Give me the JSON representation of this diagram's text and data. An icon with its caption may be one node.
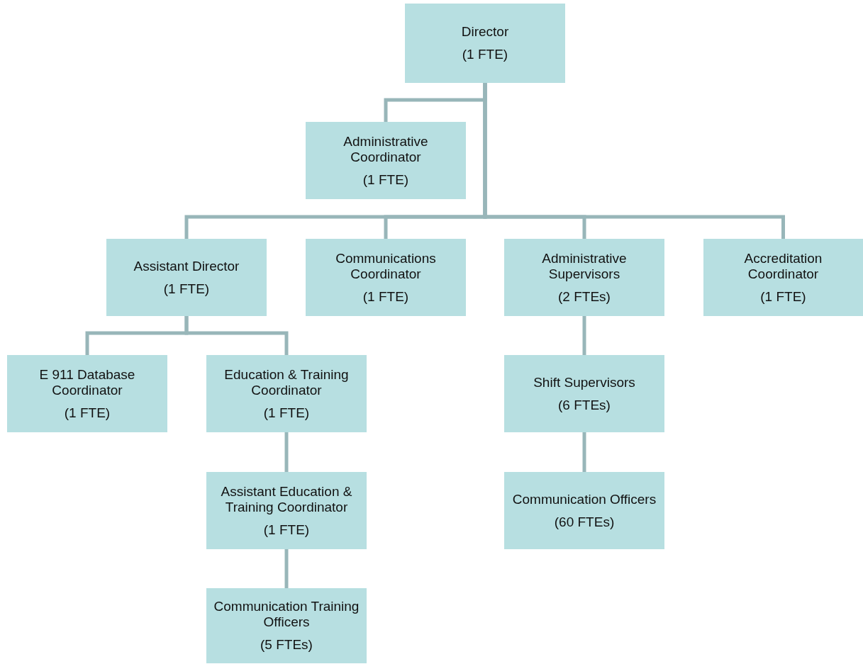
{
  "diagram": {
    "nodes": [
      {
        "text": [
          "Director",
          "(1 FTE)"
        ]
      },
      {
        "text": [
          "Administrative Coordinator",
          "(1 FTE)"
        ]
      },
      {
        "text": [
          "Assistant Director",
          "(1 FTE)"
        ]
      },
      {
        "text": [
          "Communications Coordinator",
          "(1 FTE)"
        ]
      },
      {
        "text": [
          "Administrative Supervisors",
          "(2 FTEs)"
        ]
      },
      {
        "text": [
          "Accreditation Coordinator",
          "(1 FTE)"
        ]
      },
      {
        "text": [
          "E 911 Database Coordinator",
          "(1 FTE)"
        ]
      },
      {
        "text": [
          "Education & Training Coordinator",
          "(1 FTE)"
        ]
      },
      {
        "text": [
          "Assistant Education & Training Coordinator",
          "(1 FTE)"
        ]
      },
      {
        "text": [
          "Communication Training Officers",
          "(5 FTEs)"
        ]
      },
      {
        "text": [
          "Shift Supervisors",
          "(6 FTEs)"
        ]
      },
      {
        "text": [
          "Communication Officers",
          "(60 FTEs)"
        ]
      }
    ],
    "edges": [
      {
        "from": 0,
        "to": 1,
        "arrow": "none"
      },
      {
        "from": 0,
        "to": 2,
        "arrow": "none"
      },
      {
        "from": 0,
        "to": 3,
        "arrow": "none"
      },
      {
        "from": 0,
        "to": 4,
        "arrow": "none"
      },
      {
        "from": 0,
        "to": 5,
        "arrow": "none"
      },
      {
        "from": 2,
        "to": 6,
        "arrow": "none"
      },
      {
        "from": 2,
        "to": 7,
        "arrow": "none"
      },
      {
        "from": 7,
        "to": 8,
        "arrow": "none"
      },
      {
        "from": 8,
        "to": 9,
        "arrow": "none"
      },
      {
        "from": 4,
        "to": 10,
        "arrow": "none"
      },
      {
        "from": 10,
        "to": 11,
        "arrow": "none"
      }
    ]
  }
}
